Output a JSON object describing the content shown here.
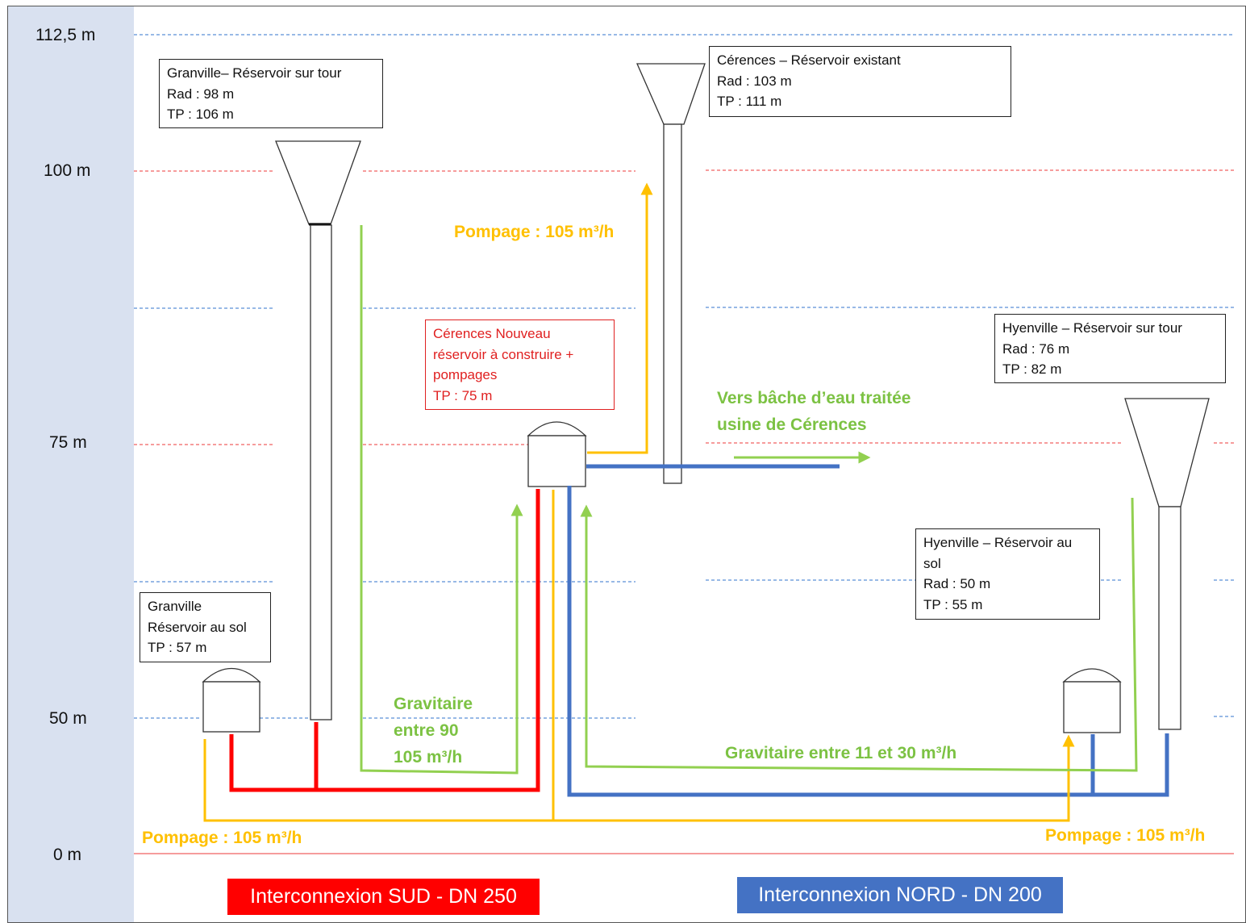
{
  "axis": {
    "levels": [
      "112,5 m",
      "100 m",
      "75 m",
      "50 m",
      "0 m"
    ]
  },
  "nodes": {
    "granville_tower": [
      "Granville– Réservoir sur tour",
      "Rad : 98 m",
      "TP : 106 m"
    ],
    "cerences_existing": [
      "Cérences – Réservoir existant",
      "Rad : 103 m",
      "TP : 111 m"
    ],
    "cerences_new": [
      "Cérences  Nouveau",
      "réservoir à construire +",
      "pompages",
      "TP : 75 m"
    ],
    "hyenville_tower": [
      "Hyenville – Réservoir sur tour",
      "Rad : 76 m",
      "TP : 82 m"
    ],
    "granville_ground": [
      "Granville",
      "Réservoir au sol",
      "TP : 57 m"
    ],
    "hyenville_ground": [
      "Hyenville – Réservoir au",
      "sol",
      "Rad : 50 m",
      "TP : 55 m"
    ]
  },
  "flows": {
    "pumping_cerences": "Pompage : 105 m³/h",
    "towards_plant": [
      "Vers bâche d’eau traitée",
      "usine de Cérences"
    ],
    "gravity_granville": [
      "Gravitaire",
      "entre 90",
      "105 m³/h"
    ],
    "gravity_hyenville": "Gravitaire entre 11 et 30 m³/h",
    "pumping_granville": "Pompage : 105 m³/h",
    "pumping_hyenville": "Pompage : 105 m³/h"
  },
  "legend": {
    "south": "Interconnexion SUD - DN 250",
    "north": "Interconnexion NORD - DN 200"
  },
  "colors": {
    "south": "#ff0000",
    "north": "#4472c4",
    "gravity": "#92d050",
    "pumping": "#ffc000",
    "axis_band": "#d9e1f0"
  }
}
